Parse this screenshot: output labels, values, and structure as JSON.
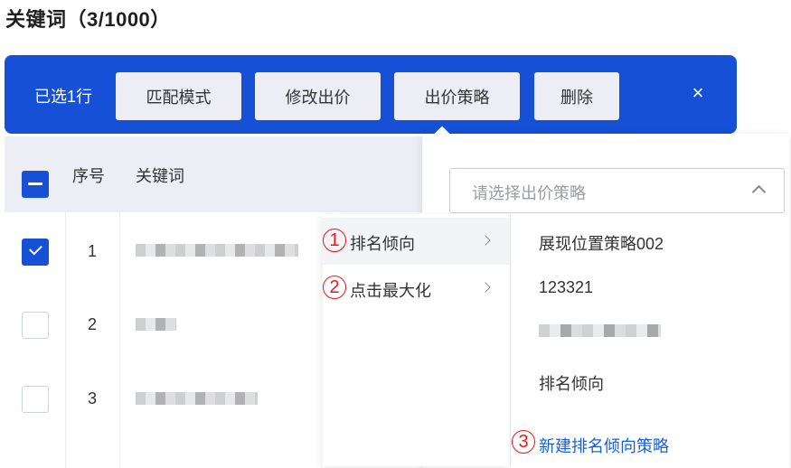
{
  "page": {
    "title": "关键词（3/1000）"
  },
  "action_bar": {
    "selected_text": "已选1行",
    "buttons": [
      {
        "label": "匹配模式"
      },
      {
        "label": "修改出价"
      },
      {
        "label": "出价策略"
      },
      {
        "label": "删除"
      }
    ],
    "close_icon": "×",
    "color": "#1550d6"
  },
  "table": {
    "columns": [
      "序号",
      "关键词"
    ],
    "rows": [
      {
        "index": "1",
        "checked": true,
        "keyword": "[blurred]"
      },
      {
        "index": "2",
        "checked": false,
        "keyword": "[blurred]"
      },
      {
        "index": "3",
        "checked": false,
        "keyword": "[blurred]"
      }
    ]
  },
  "popover": {
    "select_placeholder": "请选择出价策略",
    "cascade_level1": [
      {
        "label": "排名倾向",
        "active": true,
        "annotation": "1"
      },
      {
        "label": "点击最大化",
        "active": false,
        "annotation": "2"
      }
    ],
    "cascade_level2": [
      {
        "label": "展现位置策略002"
      },
      {
        "label": "123321"
      },
      {
        "label": "[blurred]"
      },
      {
        "label": "排名倾向"
      }
    ],
    "new_strategy_link": "新建排名倾向策略",
    "new_strategy_annotation": "3",
    "link_color": "#1a5fe0",
    "annotation_color": "#e8191b"
  }
}
